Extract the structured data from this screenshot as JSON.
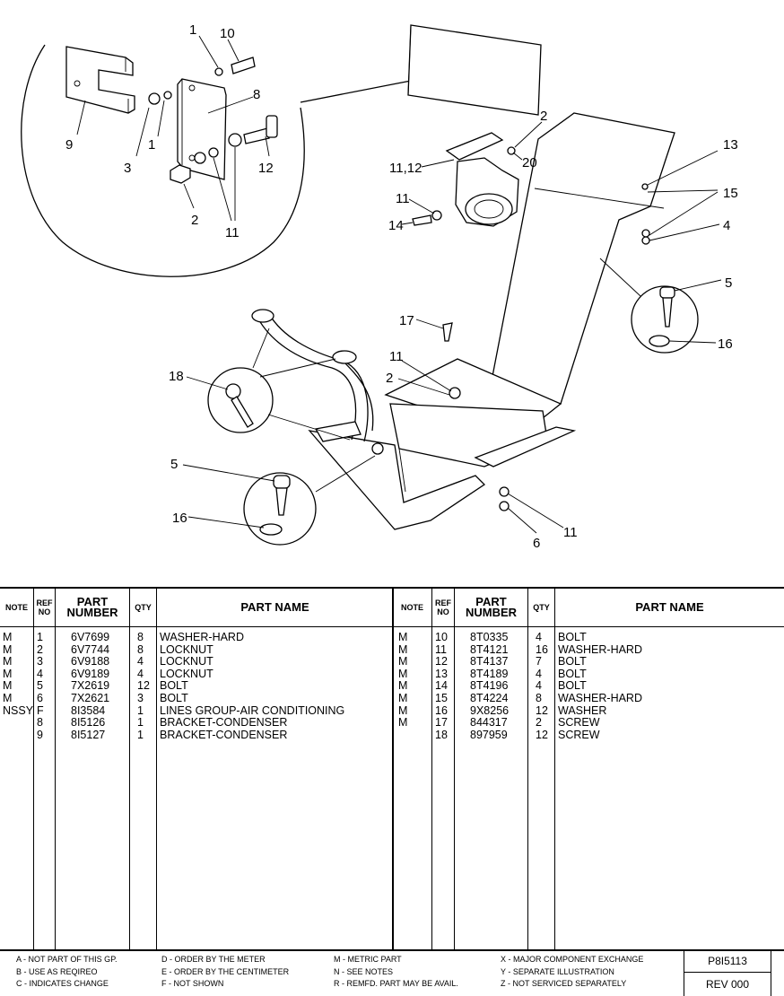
{
  "diagram": {
    "callouts": [
      "1",
      "10",
      "8",
      "9",
      "3",
      "1",
      "2",
      "11",
      "12",
      "2",
      "11,12",
      "20",
      "11",
      "14",
      "13",
      "15",
      "4",
      "5",
      "16",
      "17",
      "11",
      "2",
      "18",
      "5",
      "16",
      "6",
      "11"
    ]
  },
  "table": {
    "headers": {
      "note": "NOTE",
      "ref_no": "REF NO",
      "part_number": "PART NUMBER",
      "qty": "QTY",
      "part_name": "PART NAME"
    },
    "left_rows": [
      {
        "note": "M",
        "ref": "1",
        "part": "6V7699",
        "qty": "8",
        "name": "WASHER-HARD"
      },
      {
        "note": "M",
        "ref": "2",
        "part": "6V7744",
        "qty": "8",
        "name": "LOCKNUT"
      },
      {
        "note": "M",
        "ref": "3",
        "part": "6V9188",
        "qty": "4",
        "name": "LOCKNUT"
      },
      {
        "note": "M",
        "ref": "4",
        "part": "6V9189",
        "qty": "4",
        "name": "LOCKNUT"
      },
      {
        "note": "M",
        "ref": "5",
        "part": "7X2619",
        "qty": "12",
        "name": "BOLT"
      },
      {
        "note": "M",
        "ref": "6",
        "part": "7X2621",
        "qty": "3",
        "name": "BOLT"
      },
      {
        "note": "NSSY",
        "ref": "F",
        "part": "8I3584",
        "qty": "1",
        "name": "LINES GROUP-AIR CONDITIONING"
      },
      {
        "note": "",
        "ref": "8",
        "part": "8I5126",
        "qty": "1",
        "name": "BRACKET-CONDENSER"
      },
      {
        "note": "",
        "ref": "9",
        "part": "8I5127",
        "qty": "1",
        "name": "BRACKET-CONDENSER"
      }
    ],
    "right_rows": [
      {
        "note": "M",
        "ref": "10",
        "part": "8T0335",
        "qty": "4",
        "name": "BOLT"
      },
      {
        "note": "M",
        "ref": "11",
        "part": "8T4121",
        "qty": "16",
        "name": "WASHER-HARD"
      },
      {
        "note": "M",
        "ref": "12",
        "part": "8T4137",
        "qty": "7",
        "name": "BOLT"
      },
      {
        "note": "M",
        "ref": "13",
        "part": "8T4189",
        "qty": "4",
        "name": "BOLT"
      },
      {
        "note": "M",
        "ref": "14",
        "part": "8T4196",
        "qty": "4",
        "name": "BOLT"
      },
      {
        "note": "M",
        "ref": "15",
        "part": "8T4224",
        "qty": "8",
        "name": "WASHER-HARD"
      },
      {
        "note": "M",
        "ref": "16",
        "part": "9X8256",
        "qty": "12",
        "name": "WASHER"
      },
      {
        "note": "M",
        "ref": "17",
        "part": "844317",
        "qty": "2",
        "name": "SCREW"
      },
      {
        "note": "",
        "ref": "18",
        "part": "897959",
        "qty": "12",
        "name": "SCREW"
      }
    ]
  },
  "legend": {
    "col1": [
      "A - NOT PART OF THIS GP.",
      "B - USE AS REQIREO",
      "C - INDICATES CHANGE"
    ],
    "col2": [
      "D - ORDER BY THE METER",
      "E - ORDER BY THE CENTIMETER",
      "F - NOT SHOWN"
    ],
    "col3": [
      "M - METRIC PART",
      "N - SEE NOTES",
      "R - REMFD. PART MAY BE AVAIL."
    ],
    "col4": [
      "X - MAJOR COMPONENT EXCHANGE",
      "Y - SEPARATE ILLUSTRATION",
      "Z - NOT SERVICED SEPARATELY"
    ]
  },
  "drawing_number": "P8I5113",
  "revision": "REV 000"
}
